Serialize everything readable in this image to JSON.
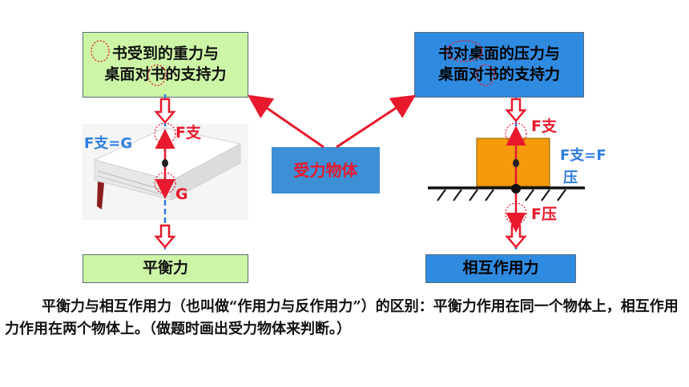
{
  "left_top_box": {
    "line1": "书受到的重力与",
    "line2": "桌面对书的支持力"
  },
  "right_top_box": {
    "line1": "书对桌面的压力与",
    "line2": "桌面对书的支持力"
  },
  "center_box": {
    "label": "受力物体"
  },
  "left_bottom_box": {
    "label": "平衡力"
  },
  "right_bottom_box": {
    "label": "相互作用力"
  },
  "left_labels": {
    "f_eq_g": "F支=G",
    "f_support": "F支",
    "gravity": "G"
  },
  "right_labels": {
    "f_support": "F支",
    "f_eq_line1": "F支=F",
    "f_eq_line2": "压",
    "f_pressure": "F压"
  },
  "explanation": "平衡力与相互作用力（也叫做“作用力与反作用力”）的区别：平衡力作用在同一个物体上，相互作用力作用在两个物体上。（做题时画出受力物体来判断。）",
  "colors": {
    "green": "#ccf5a6",
    "blue": "#2f8be0",
    "red": "#e8192c",
    "orange": "#f59a0a",
    "dash_blue": "#2f7de0"
  }
}
